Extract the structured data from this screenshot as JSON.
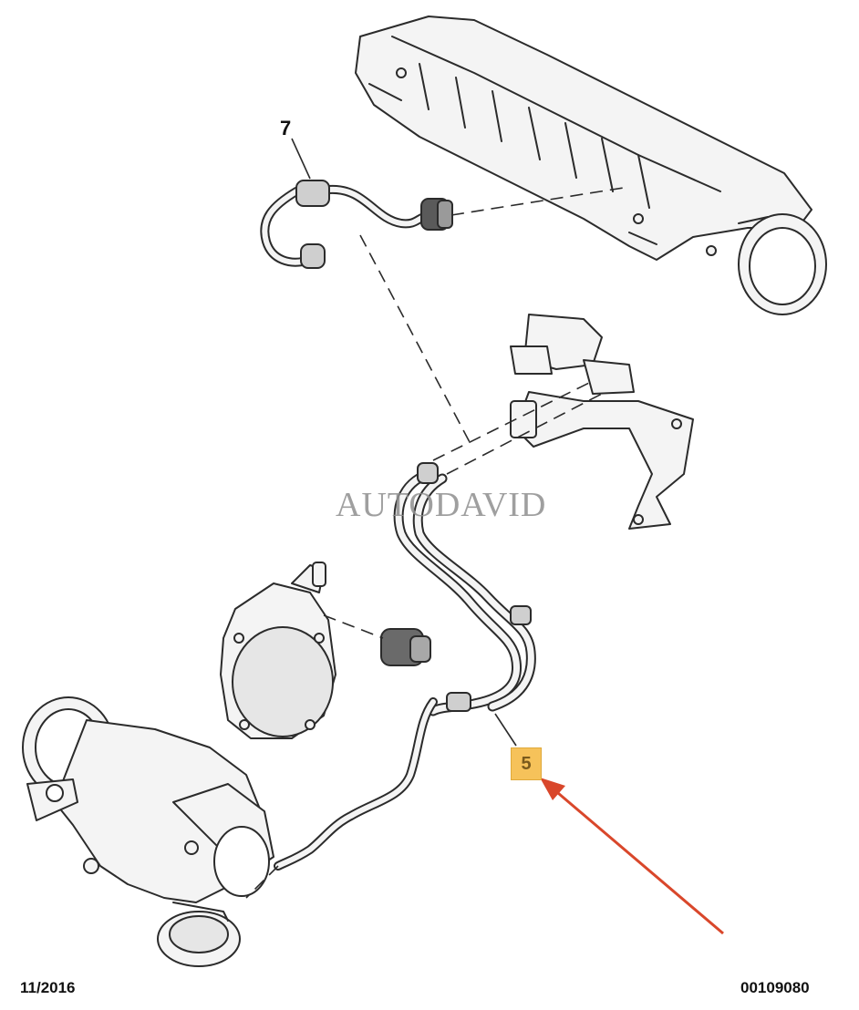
{
  "diagram": {
    "callouts": [
      {
        "id": "7",
        "text": "7"
      },
      {
        "id": "5",
        "text": "5",
        "highlight_color": "#f6c25a"
      }
    ],
    "watermark": "AUTODAVID",
    "footer": {
      "date": "11/2016",
      "reference": "00109080"
    },
    "arrow_color": "#d9472b",
    "line_color": "#2b2b2b"
  }
}
